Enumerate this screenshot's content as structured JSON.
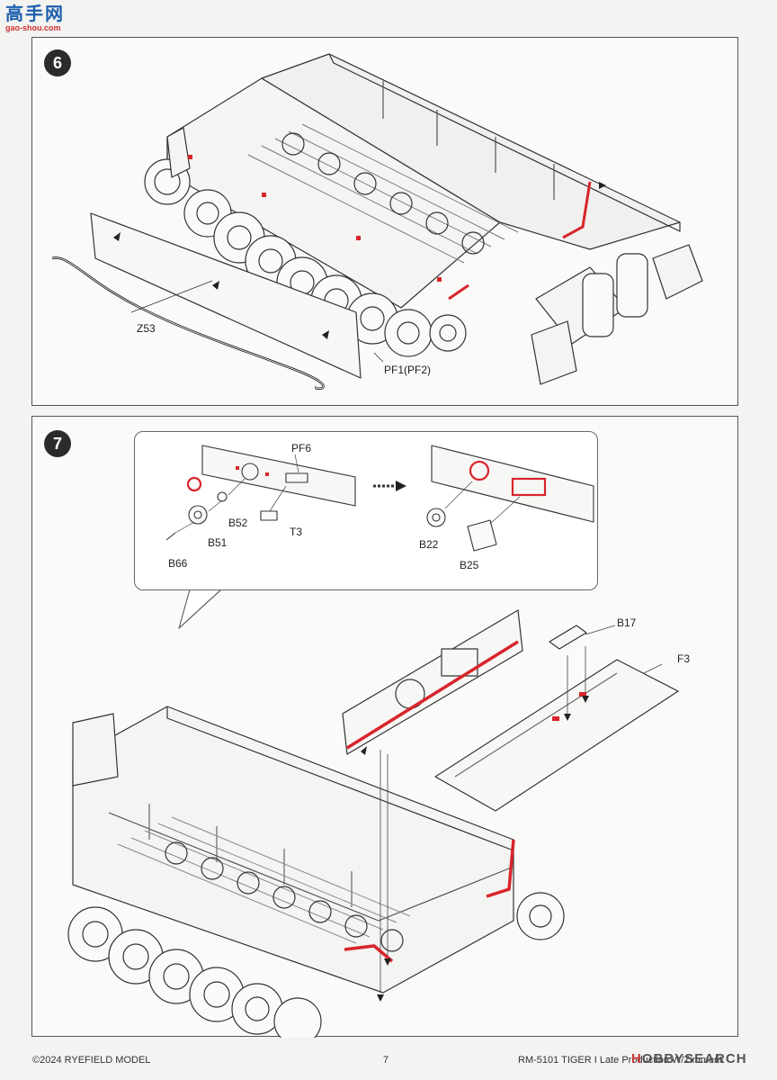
{
  "watermark": {
    "cn_text": "高手网",
    "url": "gao-shou.com"
  },
  "step6": {
    "number": "6",
    "labels": {
      "z53": "Z53",
      "pf1": "PF1(PF2)"
    }
  },
  "step7": {
    "number": "7",
    "callout_labels": {
      "pf6": "PF6",
      "b52": "B52",
      "t3": "T3",
      "b51": "B51",
      "b66": "B66",
      "b22": "B22",
      "b25": "B25"
    },
    "labels": {
      "b17": "B17",
      "f3": "F3"
    }
  },
  "colors": {
    "highlight": "#d8242b",
    "ink": "#333333",
    "panel_border": "#555555"
  },
  "footer": {
    "copyright": "©2024 RYEFIELD MODEL",
    "page_number": "7",
    "product": "RM-5101 TIGER I Late Production W/Zimmerit"
  },
  "hobbysearch_logo": {
    "prefix": "H",
    "text": "OBBYSEARCH"
  }
}
